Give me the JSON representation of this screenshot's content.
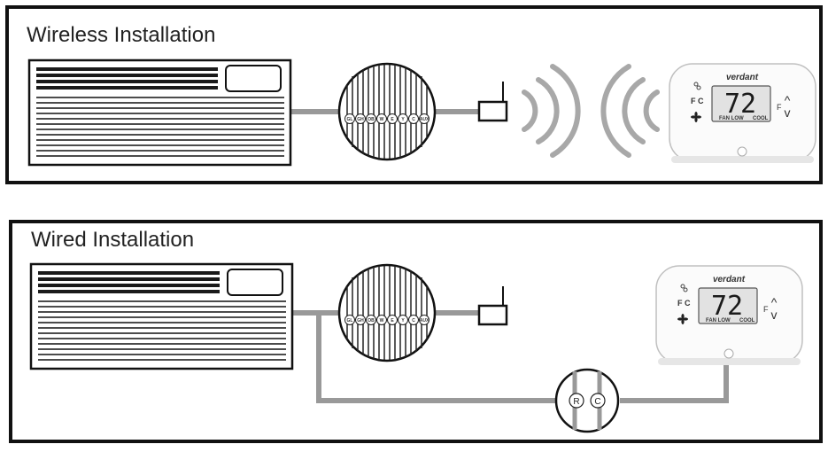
{
  "panels": {
    "wireless": {
      "title": "Wireless Installation"
    },
    "wired": {
      "title": "Wired Installation"
    }
  },
  "terminals": [
    "GL",
    "GH",
    "OB",
    "W",
    "E",
    "Y",
    "C",
    "AUX"
  ],
  "thermostat": {
    "brand": "verdant",
    "temperature": "72",
    "unit": "F",
    "mode_label": "F C",
    "fan_label": "FAN LOW",
    "cool_label": "COOL",
    "up_arrow": "^",
    "down_arrow": "v"
  },
  "wired_connector": {
    "r_label": "R",
    "c_label": "C"
  },
  "colors": {
    "wire": "#999999",
    "signal": "#a8a8a8",
    "outline": "#111111"
  }
}
